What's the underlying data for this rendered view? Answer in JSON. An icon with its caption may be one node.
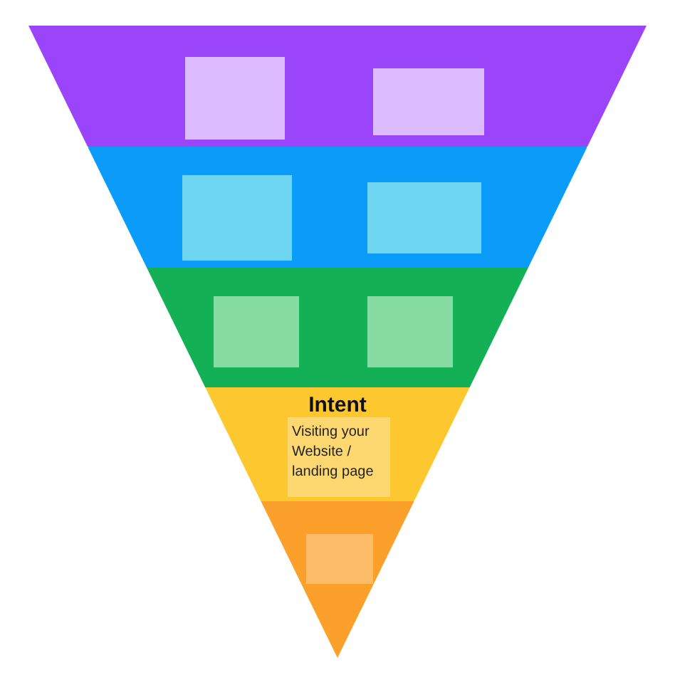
{
  "diagram": {
    "nodes": [
      {
        "text": [],
        "shape": "band"
      },
      {
        "text": [],
        "shape": "box",
        "in": 0
      },
      {
        "text": [],
        "shape": "box",
        "in": 0
      },
      {
        "text": [],
        "shape": "band"
      },
      {
        "text": [],
        "shape": "box",
        "in": 3
      },
      {
        "text": [],
        "shape": "box",
        "in": 3
      },
      {
        "text": [],
        "shape": "band"
      },
      {
        "text": [],
        "shape": "box",
        "in": 6
      },
      {
        "text": [],
        "shape": "box",
        "in": 6
      },
      {
        "text": [
          "Intent"
        ]
      },
      {
        "text": [
          "Visiting your Website / landing page"
        ],
        "in": 9
      },
      {
        "text": [],
        "shape": "triangle"
      },
      {
        "text": [],
        "shape": "box",
        "in": 11
      }
    ],
    "edges": []
  }
}
